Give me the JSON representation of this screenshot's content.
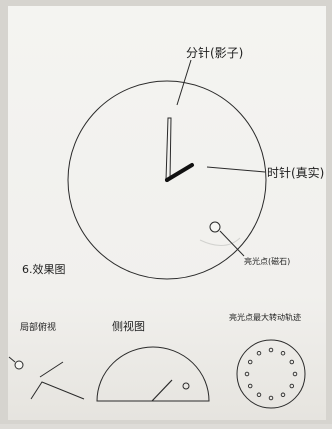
{
  "labels": {
    "minute_hand": "分针(影子)",
    "hour_hand": "时针(真实)",
    "light_dot": "亮光点(磁石)",
    "section_title": "6.效果图",
    "side_detail": "局部俯视",
    "side_view": "侧视图",
    "orbit_title": "亮光点最大转动轨迹"
  }
}
